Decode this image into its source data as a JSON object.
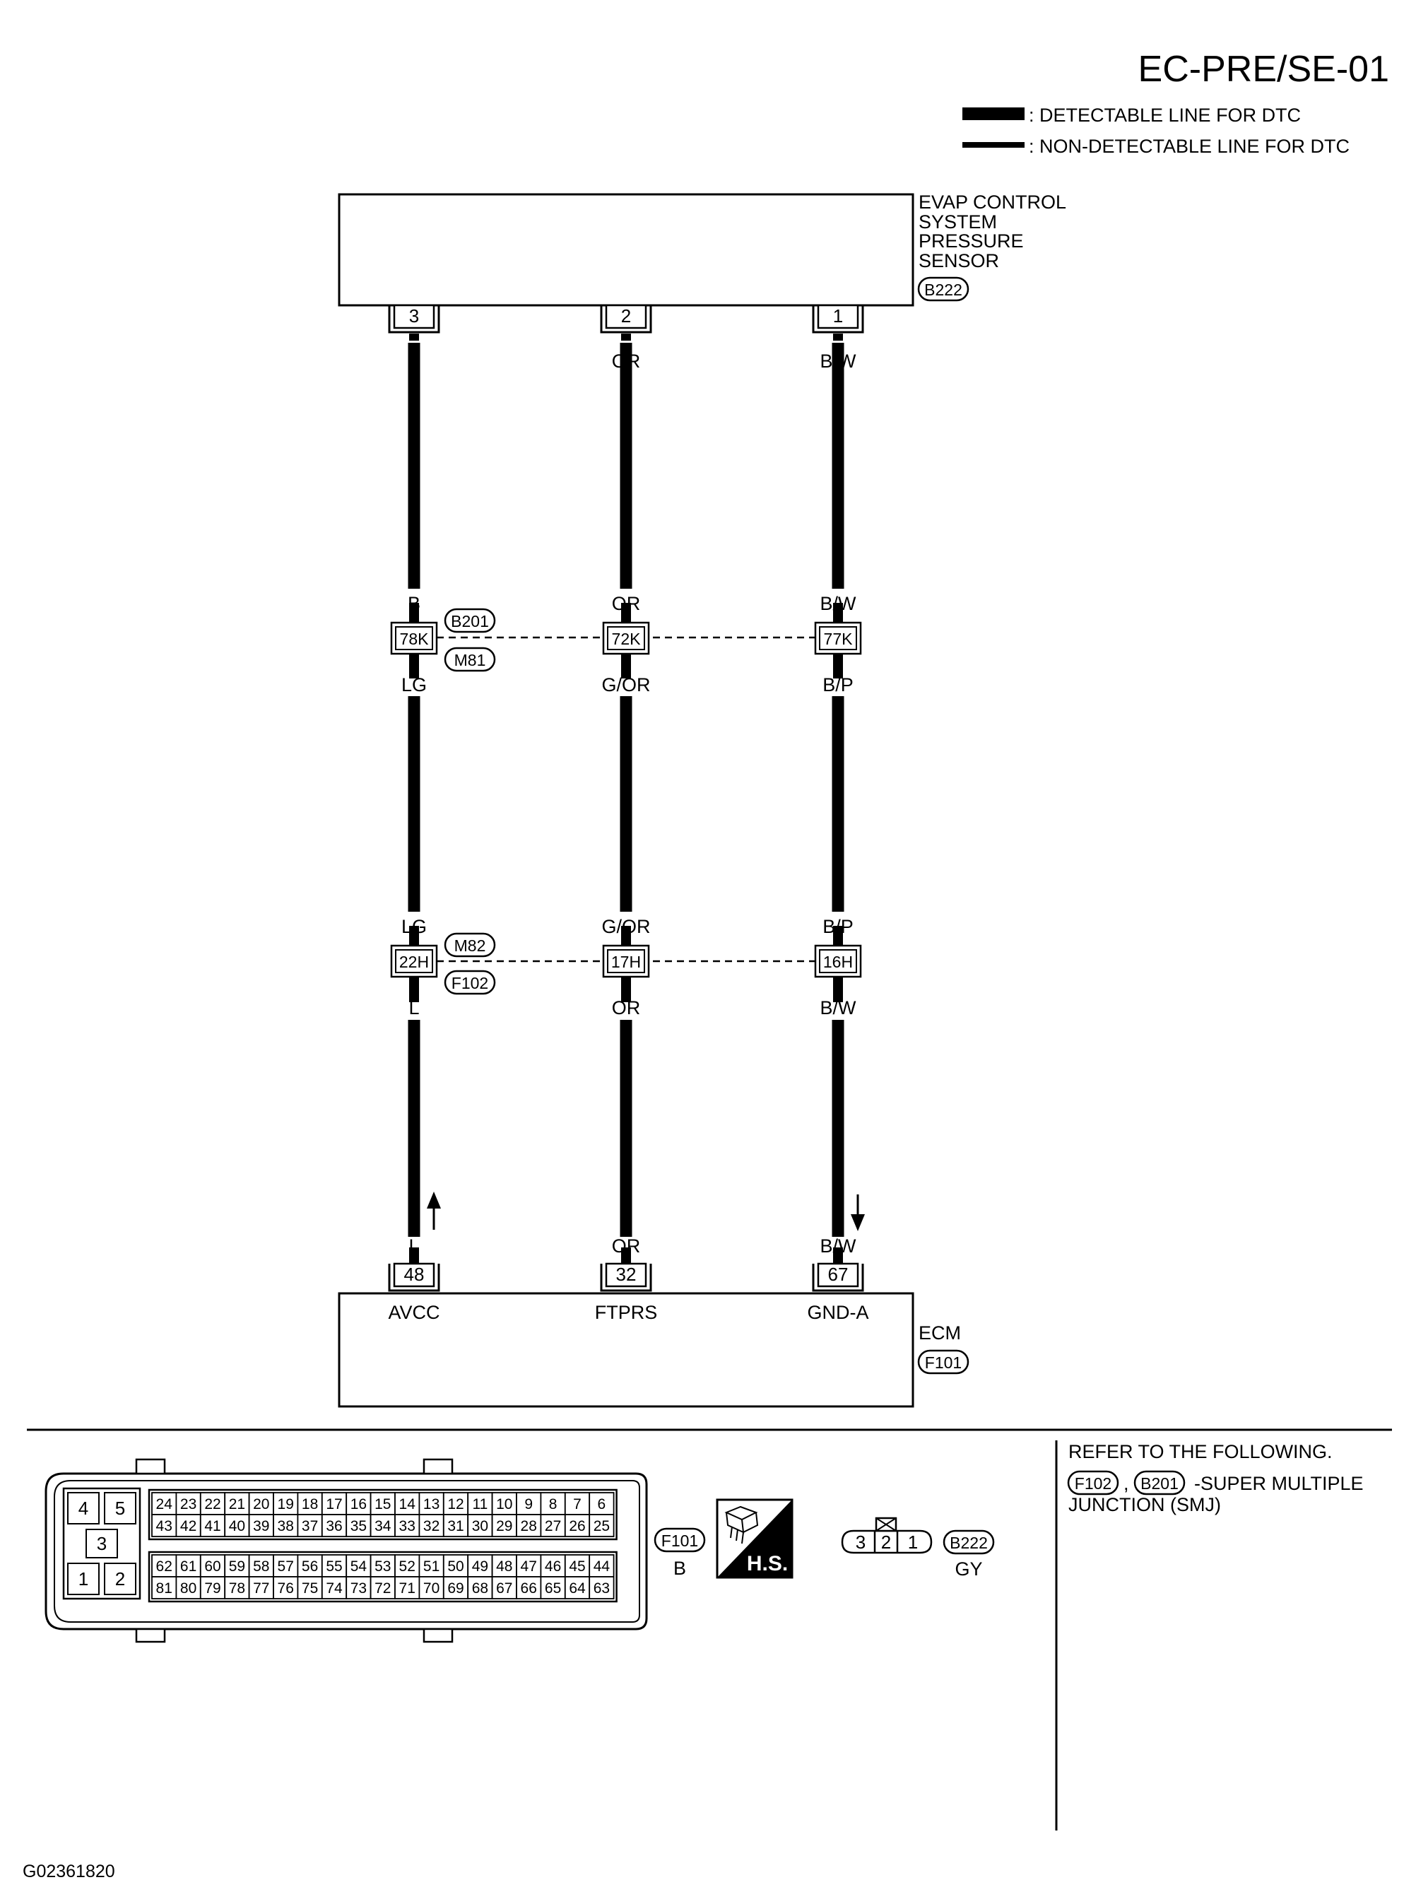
{
  "header": {
    "diagram_code": "EC-PRE/SE-01",
    "legend": [
      {
        "label": ": DETECTABLE LINE FOR DTC",
        "style": "thick"
      },
      {
        "label": ": NON-DETECTABLE LINE FOR DTC",
        "style": "thin"
      }
    ]
  },
  "sensor": {
    "name_lines": [
      "EVAP CONTROL",
      "SYSTEM",
      "PRESSURE",
      "SENSOR"
    ],
    "connector": "B222"
  },
  "ecm": {
    "name": "ECM",
    "connector": "F101"
  },
  "junction1": {
    "connector_top": "B201",
    "connector_bottom": "M81"
  },
  "junction2": {
    "connector_top": "M82",
    "connector_bottom": "F102"
  },
  "circuits": [
    {
      "sensor_pin": "3",
      "color_1": "B",
      "junction1_pin": "78K",
      "color_2": "LG",
      "junction2_pin": "22H",
      "color_3": "L",
      "ecm_pin": "48",
      "ecm_signal": "AVCC",
      "arrow": "up"
    },
    {
      "sensor_pin": "2",
      "color_1": "OR",
      "junction1_pin": "72K",
      "color_2": "G/OR",
      "junction2_pin": "17H",
      "color_3": "OR",
      "ecm_pin": "32",
      "ecm_signal": "FTPRS",
      "arrow": "none"
    },
    {
      "sensor_pin": "1",
      "color_1": "B/W",
      "junction1_pin": "77K",
      "color_2": "B/P",
      "junction2_pin": "16H",
      "color_3": "B/W",
      "ecm_pin": "67",
      "ecm_signal": "GND-A",
      "arrow": "down"
    }
  ],
  "connector_views": {
    "ecm_connector": {
      "small_block": [
        "4",
        "5",
        "3",
        "1",
        "2"
      ],
      "rows": [
        [
          "24",
          "23",
          "22",
          "21",
          "20",
          "19",
          "18",
          "17",
          "16",
          "15",
          "14",
          "13",
          "12",
          "11",
          "10",
          "9",
          "8",
          "7",
          "6"
        ],
        [
          "43",
          "42",
          "41",
          "40",
          "39",
          "38",
          "37",
          "36",
          "35",
          "34",
          "33",
          "32",
          "31",
          "30",
          "29",
          "28",
          "27",
          "26",
          "25"
        ],
        [
          "62",
          "61",
          "60",
          "59",
          "58",
          "57",
          "56",
          "55",
          "54",
          "53",
          "52",
          "51",
          "50",
          "49",
          "48",
          "47",
          "46",
          "45",
          "44"
        ],
        [
          "81",
          "80",
          "79",
          "78",
          "77",
          "76",
          "75",
          "74",
          "73",
          "72",
          "71",
          "70",
          "69",
          "68",
          "67",
          "66",
          "65",
          "64",
          "63"
        ]
      ],
      "label": "F101",
      "color": "B"
    },
    "hs_label": "H.S.",
    "sensor_connector": {
      "pins": [
        "3",
        "2",
        "1"
      ],
      "label": "B222",
      "color": "GY"
    }
  },
  "notes": {
    "refer": "REFER TO THE FOLLOWING.",
    "refs": [
      "F102",
      "B201"
    ],
    "comma": ",",
    "ref_desc": "-SUPER MULTIPLE",
    "ref_desc_2": "JUNCTION (SMJ)"
  },
  "figure_id": "G02361820"
}
